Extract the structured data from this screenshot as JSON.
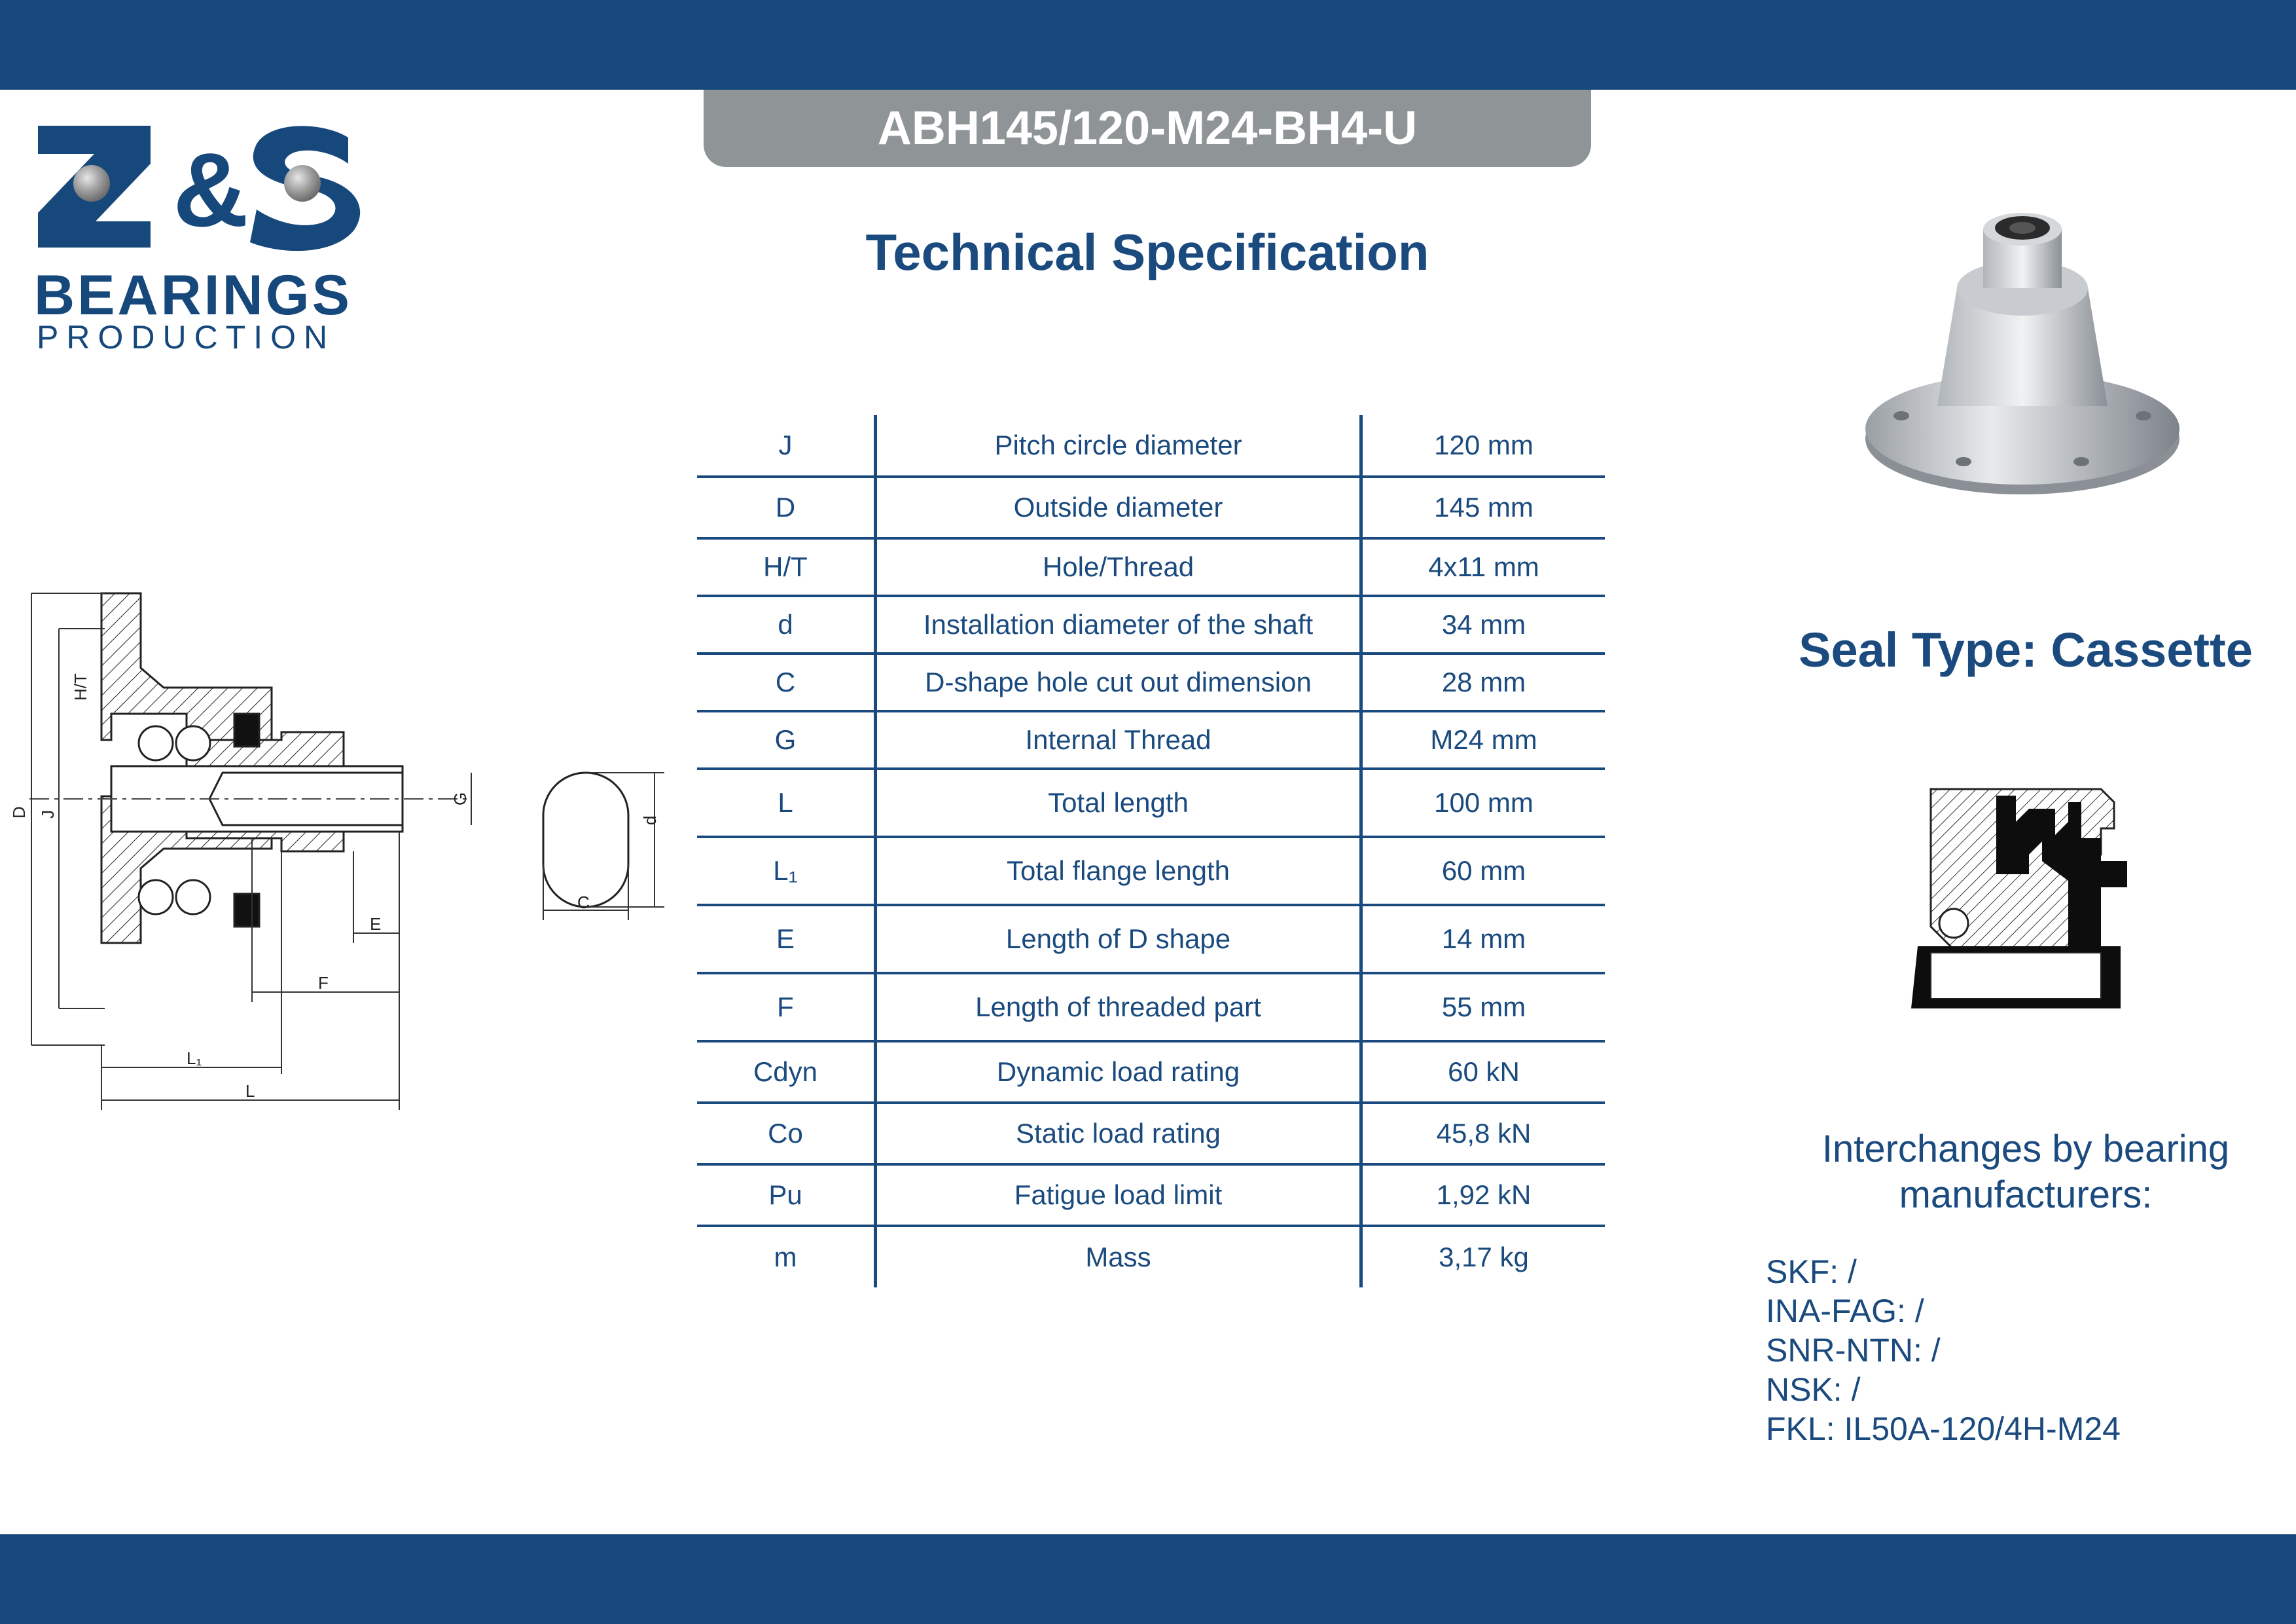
{
  "header": {
    "part_number": "ABH145/120-M24-BH4-U",
    "heading": "Technical Specification"
  },
  "logo": {
    "mark": "Z&S",
    "name": "BEARINGS",
    "subtitle": "PRODUCTION"
  },
  "colors": {
    "brand_blue": "#16487c",
    "tab_grey": "#8f9597",
    "text_blue": "#1a4a7e"
  },
  "spec_rows": [
    {
      "symbol": "J",
      "description": "Pitch circle diameter",
      "value": "120 mm"
    },
    {
      "symbol": "D",
      "description": "Outside diameter",
      "value": "145 mm"
    },
    {
      "symbol": "H/T",
      "description": "Hole/Thread",
      "value": "4x11 mm"
    },
    {
      "symbol": "d",
      "description": "Installation diameter of the shaft",
      "value": "34 mm"
    },
    {
      "symbol": "C",
      "description": "D-shape hole cut out dimension",
      "value": "28 mm"
    },
    {
      "symbol": "G",
      "description": "Internal Thread",
      "value": "M24 mm"
    },
    {
      "symbol": "L",
      "description": "Total length",
      "value": "100 mm"
    },
    {
      "symbol": "L₁",
      "description": "Total flange length",
      "value": "60 mm"
    },
    {
      "symbol": "E",
      "description": "Length of D shape",
      "value": "14 mm"
    },
    {
      "symbol": "F",
      "description": "Length of threaded part",
      "value": "55 mm"
    },
    {
      "symbol": "Cdyn",
      "description": "Dynamic load rating",
      "value": "60 kN"
    },
    {
      "symbol": "Co",
      "description": "Static load rating",
      "value": "45,8 kN"
    },
    {
      "symbol": "Pu",
      "description": "Fatigue load limit",
      "value": "1,92 kN"
    },
    {
      "symbol": "m",
      "description": "Mass",
      "value": "3,17 kg"
    }
  ],
  "drawing_labels": {
    "D": "D",
    "J": "J",
    "HT": "H/T",
    "G": "G",
    "E": "E",
    "F": "F",
    "L1": "L₁",
    "L": "L",
    "C": "C",
    "d": "d"
  },
  "seal": {
    "title": "Seal Type: Cassette"
  },
  "interchanges": {
    "title": "Interchanges by bearing manufacturers:",
    "items": [
      {
        "maker": "SKF:",
        "ref": "/"
      },
      {
        "maker": "INA-FAG:",
        "ref": "/"
      },
      {
        "maker": "SNR-NTN:",
        "ref": "/"
      },
      {
        "maker": "NSK:",
        "ref": "/"
      },
      {
        "maker": "FKL:",
        "ref": "IL50A-120/4H-M24"
      }
    ]
  }
}
